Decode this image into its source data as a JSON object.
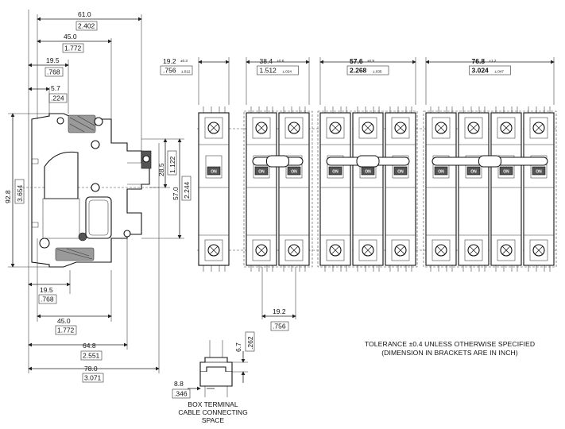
{
  "side_view": {
    "dims": {
      "overall_top": {
        "mm": "61.0",
        "in": "2.402"
      },
      "top_45": {
        "mm": "45.0",
        "in": "1.772"
      },
      "top_19": {
        "mm": "19.5",
        "in": ".768"
      },
      "top_5": {
        "mm": "5.7",
        "in": ".224"
      },
      "height_92": {
        "mm": "92.8",
        "in": "3.654"
      },
      "height_57": {
        "mm": "57.0",
        "in": "2.244"
      },
      "height_28": {
        "mm": "28.5",
        "in": "1.122"
      },
      "bottom_19": {
        "mm": "19.5",
        "in": ".768"
      },
      "bottom_45": {
        "mm": "45.0",
        "in": "1.772"
      },
      "bottom_64": {
        "mm": "64.8",
        "in": "2.551"
      },
      "bottom_78": {
        "mm": "78.0",
        "in": "3.071"
      }
    }
  },
  "front_view": {
    "widths": [
      {
        "mm": "19.2",
        "tol": "±0.3",
        "in": ".756",
        "in_tol": "±.012",
        "bold": false
      },
      {
        "mm": "38.4",
        "tol": "±0.6",
        "in": "1.512",
        "in_tol": "±.024",
        "bold": false
      },
      {
        "mm": "57.6",
        "tol": "±0.9",
        "in": "2.268",
        "in_tol": "±.035",
        "bold": true
      },
      {
        "mm": "76.8",
        "tol": "±1.2",
        "in": "3.024",
        "in_tol": "±.047",
        "bold": true
      }
    ],
    "pitch": {
      "mm": "19.2",
      "in": ".756"
    },
    "handle_label": "ON"
  },
  "terminal": {
    "dim_h": {
      "mm": "6.7",
      "in": ".262"
    },
    "dim_w": {
      "mm": "8.8",
      "in": ".346"
    },
    "caption": [
      "BOX TERMINAL",
      "CABLE CONNECTING",
      "SPACE"
    ]
  },
  "notes": {
    "tolerance": "TOLERANCE ±0.4 UNLESS OTHERWISE SPECIFIED",
    "brackets": "(DIMENSION IN BRACKETS ARE IN INCH)"
  }
}
